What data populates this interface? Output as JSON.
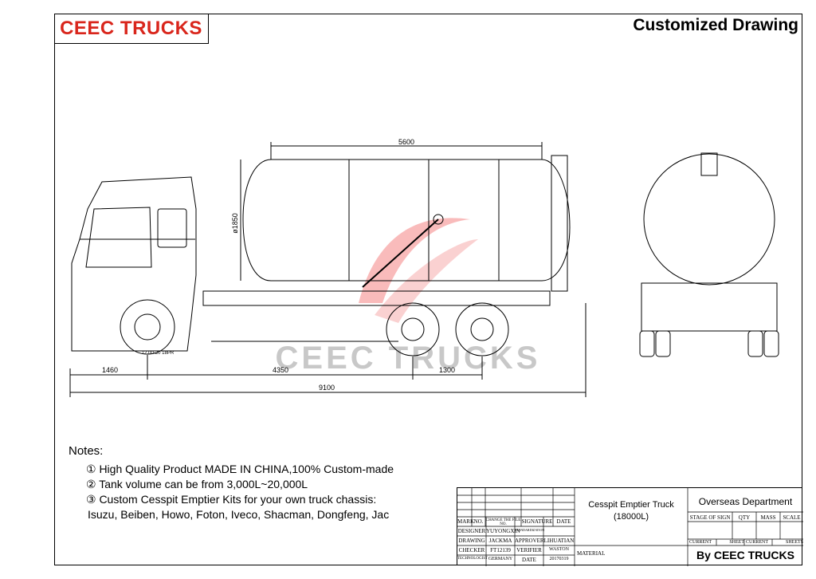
{
  "brand": "CEEC TRUCKS",
  "title": "Customized Drawing",
  "watermark": "CEEC TRUCKS",
  "dims": {
    "tank_length": "5600",
    "tank_dia": "ø1850",
    "front_overhang": "1460",
    "wheelbase": "4350",
    "axle_spacing": "1300",
    "overall": "9100",
    "tyre": "12.00-20 18PR"
  },
  "notes": {
    "heading": "Notes:",
    "items": [
      "① High Quality Product MADE IN CHINA,100% Custom-made",
      "② Tank volume can be from 3,000L~20,000L",
      "③ Custom Cesspit Emptier Kits for your own truck chassis:"
    ],
    "chassis": "Isuzu, Beiben, Howo, Foton, Iveco, Shacman, Dongfeng, Jac"
  },
  "titleblock": {
    "h1": "MARK",
    "h2": "NO.",
    "h3": "CHANGE THE FILE NO.",
    "h4": "SIGNATURE",
    "h5": "DATE",
    "designer_l": "DESIGNER",
    "designer_v": "YUYONGXIN",
    "std": "STANDARDIZATION",
    "drawing_l": "DRAWING",
    "drawing_v": "JACKMA",
    "approver_l": "APPROVER",
    "approver_v": "LIHUATIAN",
    "checker_l": "CHECKER",
    "checker_v": "FT12139",
    "verifier_l": "VERIFIER",
    "verifier_v": "WASTON",
    "tech_l": "TECHNOLOGIST",
    "tech_v": "GERMANY",
    "date_l": "DATE",
    "date_v": "20170319",
    "product": "Cesspit Emptier Truck",
    "capacity": "(18000L)",
    "material": "MATERIAL",
    "dept": "Overseas Department",
    "stage": "STAGE OF SIGN",
    "qty": "QTY",
    "mass": "MASS",
    "scale": "SCALE",
    "current": "CURRENT",
    "sheet": "SHEET",
    "current2": "CURRENT",
    "sheets": "SHEETS",
    "by": "By CEEC TRUCKS"
  }
}
